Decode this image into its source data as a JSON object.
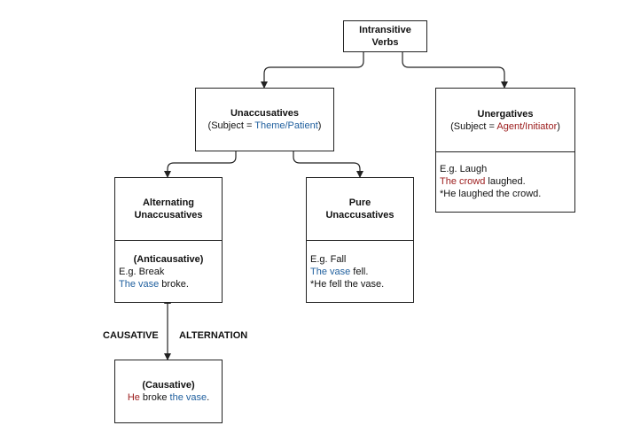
{
  "root": {
    "line1": "Intransitive",
    "line2": "Verbs"
  },
  "unaccusatives": {
    "title": "Unaccusatives",
    "subject_prefix": "(Subject = ",
    "subject_role": "Theme/Patient",
    "subject_suffix": ")"
  },
  "unergatives": {
    "title": "Unergatives",
    "subject_prefix": "(Subject = ",
    "subject_role": "Agent/Initiator",
    "subject_suffix": ")",
    "example_label": "E.g. Laugh",
    "sentence_subject": "The crowd",
    "sentence_rest": " laughed.",
    "ungrammatical": "*He laughed the crowd."
  },
  "alternating": {
    "title_line1": "Alternating",
    "title_line2": "Unaccusatives",
    "subtitle": "(Anticausative)",
    "example_label": "E.g. Break",
    "sentence_subject": "The vase",
    "sentence_rest": " broke."
  },
  "pure": {
    "title_line1": "Pure",
    "title_line2": "Unaccusatives",
    "example_label": "E.g. Fall",
    "sentence_subject": "The vase",
    "sentence_rest": " fell.",
    "ungrammatical": "*He fell the vase."
  },
  "causative": {
    "title": "(Causative)",
    "agent": "He",
    "verb": " broke ",
    "object": "the vase",
    "end": "."
  },
  "alternation": {
    "left_label": "CAUSATIVE",
    "right_label": "ALTERNATION"
  },
  "colors": {
    "theme": "#1f5f9e",
    "agent": "#9b1b1b",
    "line": "#222222"
  }
}
